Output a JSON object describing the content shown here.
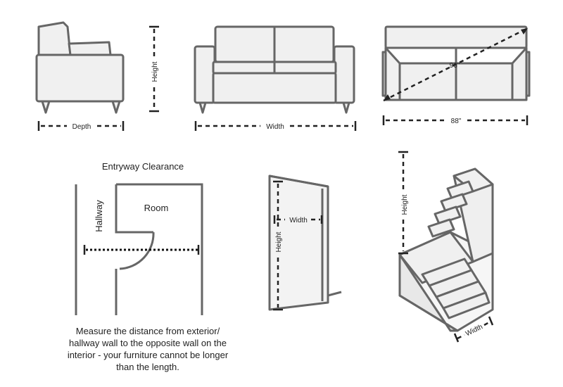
{
  "labels": {
    "depth": "Depth",
    "height_chair": "Height",
    "width_sofa": "Width",
    "diagonal": "96\"",
    "length": "88\"",
    "entryway_title": "Entryway Clearance",
    "hallway": "Hallway",
    "room": "Room",
    "door_width": "Width",
    "door_height": "Height",
    "stair_height": "Height",
    "stair_width": "Width"
  },
  "caption": "Measure the distance from exterior/ hallway wall to the opposite wall on the interior - your furniture cannot be longer than the length.",
  "colors": {
    "outline": "#666666",
    "fill": "#f0f0f0",
    "dimension_line": "#222222"
  }
}
